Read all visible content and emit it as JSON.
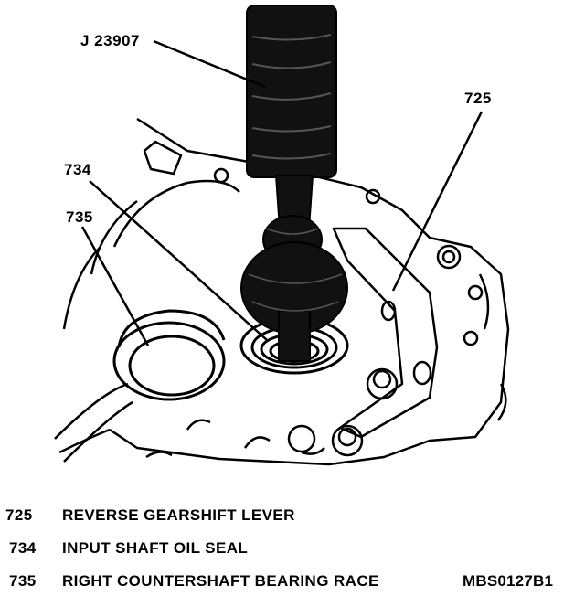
{
  "figure": {
    "callouts": {
      "tool": "J 23907",
      "lever": "725",
      "seal": "734",
      "race": "735"
    }
  },
  "legend": {
    "items": [
      {
        "number": "725",
        "description": "REVERSE GEARSHIFT LEVER"
      },
      {
        "number": "734",
        "description": "INPUT SHAFT OIL SEAL"
      },
      {
        "number": "735",
        "description": "RIGHT COUNTERSHAFT BEARING RACE"
      }
    ],
    "figure_code": "MBS0127B1"
  }
}
